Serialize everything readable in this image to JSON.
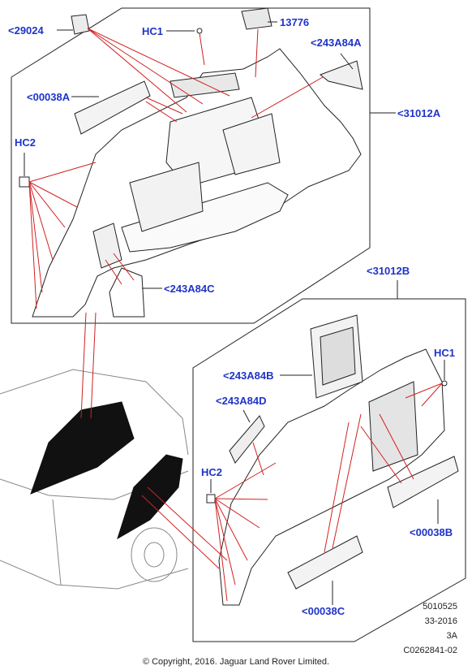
{
  "callouts": {
    "c29024": "<29024",
    "hc1_top": "HC1",
    "c13776": "13776",
    "c243a84a": "<243A84A",
    "c00038a": "<00038A",
    "c31012a": "<31012A",
    "hc2_top": "HC2",
    "c243a84c": "<243A84C",
    "c31012b": "<31012B",
    "hc1_bottom": "HC1",
    "c243a84b": "<243A84B",
    "c243a84d": "<243A84D",
    "hc2_bottom": "HC2",
    "c00038b": "<00038B",
    "c00038c": "<00038C"
  },
  "reference": {
    "line1": "5010525",
    "line2": "33-2016",
    "line3": "3A",
    "line4": "C0262841-02"
  },
  "copyright": "© Copyright, 2016. Jaguar Land Rover Limited.",
  "colors": {
    "callout_text": "#1f34c8",
    "leader_line": "#d22020",
    "outline": "#222222",
    "trim_fill": "#ffffff",
    "highlight_trim": "#111111"
  }
}
